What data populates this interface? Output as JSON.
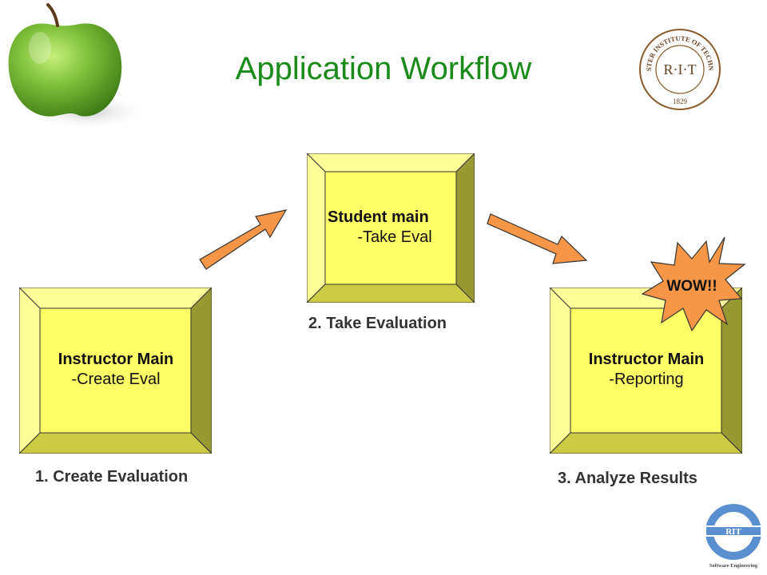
{
  "title": "Application Workflow",
  "logo": {
    "name": "ROCHESTER INSTITUTE OF TECHNOLOGY",
    "mark": "R·I·T",
    "year": "1829"
  },
  "corner_logo": {
    "mark": "RIT",
    "text": "Software Engineering"
  },
  "boxes": [
    {
      "heading": "Instructor Main",
      "subtext": "-Create Eval",
      "caption": "1. Create Evaluation"
    },
    {
      "heading": "Student main",
      "subtext": "-Take Eval",
      "caption": "2. Take Evaluation"
    },
    {
      "heading": "Instructor Main",
      "subtext": "-Reporting",
      "caption": "3. Analyze Results"
    }
  ],
  "burst": {
    "label": "WOW!!"
  },
  "colors": {
    "face": "#ffff66",
    "light_bevel": "#ffff99",
    "dark_bevel": "#999933",
    "arrow": "#f79646",
    "title": "#1a8a1a"
  }
}
